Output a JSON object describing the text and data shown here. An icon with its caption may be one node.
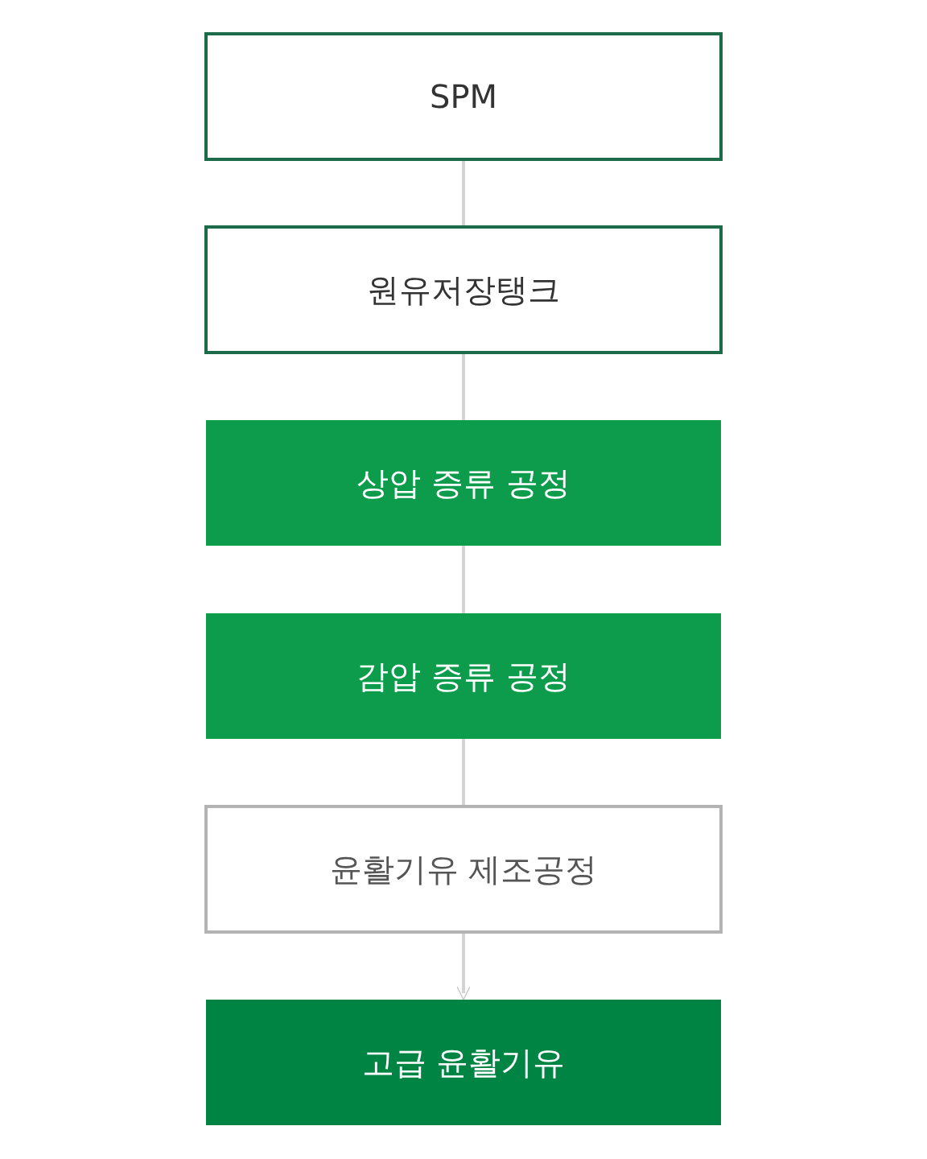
{
  "diagram": {
    "nodes": [
      {
        "text": [
          "SPM"
        ]
      },
      {
        "text": [
          "원유저장탱크"
        ]
      },
      {
        "text": [
          "상압 증류 공정"
        ]
      },
      {
        "text": [
          "감압 증류 공정"
        ]
      },
      {
        "text": [
          "윤활기유 제조공정"
        ]
      },
      {
        "text": [
          "고급 윤활기유"
        ]
      }
    ],
    "edges": [
      {
        "from": 0,
        "to": 1,
        "arrow": "none"
      },
      {
        "from": 1,
        "to": 2,
        "arrow": "none"
      },
      {
        "from": 2,
        "to": 3,
        "arrow": "none"
      },
      {
        "from": 3,
        "to": 4,
        "arrow": "none"
      },
      {
        "from": 4,
        "to": 5,
        "arrow": "to"
      }
    ]
  }
}
